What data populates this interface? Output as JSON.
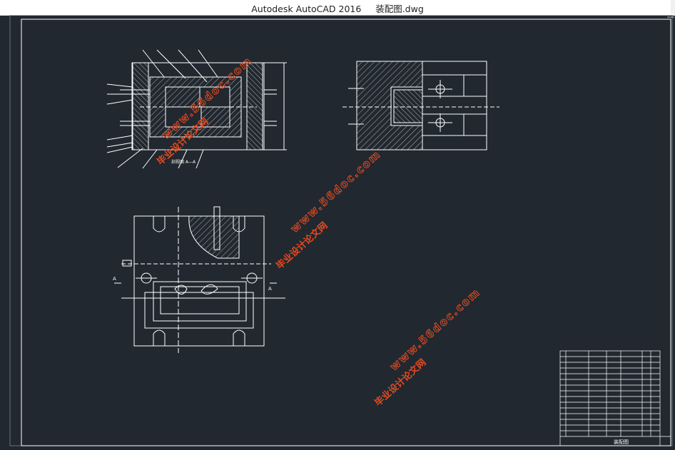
{
  "window": {
    "app_title": "Autodesk AutoCAD 2016",
    "file_name": "装配图.dwg"
  },
  "drawing": {
    "section_label": "剖视图 A—A",
    "cut_label_left": "A",
    "cut_label_right": "A",
    "title_block_name": "装配图"
  },
  "watermarks": [
    {
      "site": "www.56doc.com",
      "label": "毕业设计论文网"
    },
    {
      "site": "www.56doc.com",
      "label": "毕业设计论文网"
    },
    {
      "site": "www.56doc.com",
      "label": "毕业设计论文网"
    }
  ],
  "colors": {
    "background": "#212830",
    "lines": "#ffffff",
    "watermark": "#e24a20",
    "titlebar": "#ffffff"
  }
}
